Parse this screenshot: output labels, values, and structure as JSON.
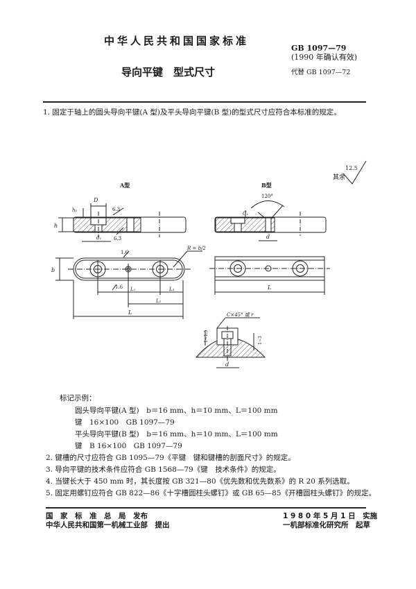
{
  "header": {
    "national_standard": "中华人民共和国国家标准",
    "standard_number": "GB 1097—79",
    "reconfirmed": "(1990 年确认有效)",
    "replaces": "代替 GB 1097—72",
    "title": "导向平键　型式尺寸"
  },
  "clause_1": "1. 固定于轴上的圆头导向平键(A 型)及平头导向平键(B 型)的型式尺寸应符合本标准的规定。",
  "figure": {
    "roughness_rest_label": "其余",
    "roughness_rest_value": "12.5",
    "type_a_label": "A型",
    "type_b_label": "B型",
    "labels": {
      "D": "D",
      "h1": "h₁",
      "h": "h",
      "d1": "d₁",
      "ra_63_top": "6.3",
      "ra_63_bottom": "6.3",
      "ra_16_top": "1.6",
      "ra_16_bottom": "1.6",
      "R": "R = b/2",
      "b": "b",
      "L1": "L₁",
      "L2": "L₂",
      "L3": "L₃",
      "L": "L",
      "angle": "120°",
      "C1": "C₁",
      "d": "d",
      "L_b": "L",
      "chamfer": "C×45° 或 r",
      "detail_d": "d",
      "detail_left": "1~1.5",
      "detail_right": "1~3"
    }
  },
  "marking": {
    "heading": "标记示例：",
    "lines": [
      "圆头导向平键(A 型)　b＝16 mm、h＝10 mm、L＝100 mm",
      "键　16×100　GB 1097—79",
      "平头导向平键(B 型)　b＝16 mm、h＝10 mm、L＝100 mm",
      "键　B 16×100　GB 1097—79"
    ]
  },
  "clauses": [
    "2. 键槽的尺寸应符合 GB 1095—79《平键　键和键槽的剖面尺寸》的规定。",
    "3. 导向平键的技术条件应符合 GB 1568—79《键　技术条件》的规定。",
    "4. 当键长大于 450 mm 时，其长度按 GB 321—80《优先数和优先数系》的 R 20 系列选取。",
    "5. 固定用螺钉应符合 GB 822—86《十字槽圆柱头螺钉》或 GB 65—85《开槽圆柱头螺钉》的规定。"
  ],
  "footer": {
    "issuer": "国　家　标　准　总　局　发布",
    "proposer": "中华人民共和国第一机械工业部　提出",
    "effective": "1 9 8 0 年 5 月 1 日　实施",
    "drafter": "一机部标准化研究所　起草"
  }
}
